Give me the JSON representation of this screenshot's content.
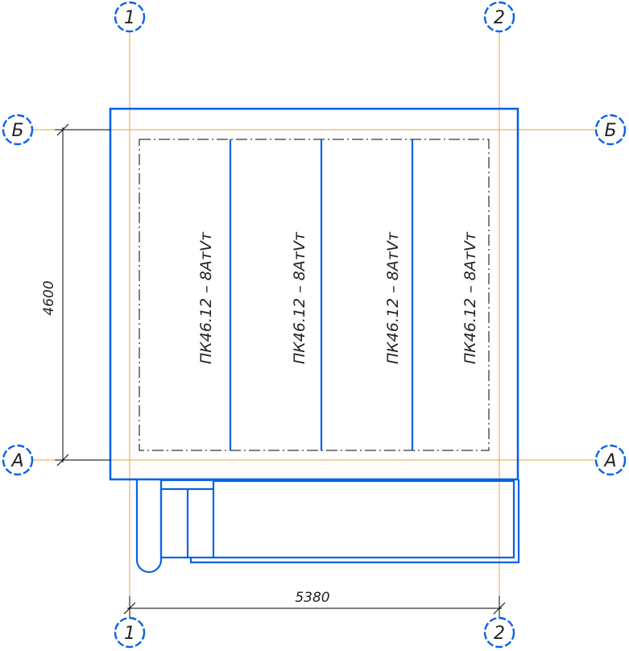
{
  "axes": {
    "vertical": [
      {
        "id": "axis-1",
        "label": "1"
      },
      {
        "id": "axis-2",
        "label": "2"
      }
    ],
    "horizontal": [
      {
        "id": "axis-b",
        "label": "Б"
      },
      {
        "id": "axis-a",
        "label": "А"
      }
    ]
  },
  "dimensions": {
    "width": "5380",
    "height": "4600"
  },
  "slabs": [
    {
      "label": "ПК46.12 – 8АтVт"
    },
    {
      "label": "ПК46.12 – 8АтVт"
    },
    {
      "label": "ПК46.12 – 8АтVт"
    },
    {
      "label": "ПК46.12 – 8АтVт"
    }
  ],
  "colors": {
    "wall": "#0a62e6",
    "axis": "#e8a03c",
    "outline": "#000000"
  }
}
